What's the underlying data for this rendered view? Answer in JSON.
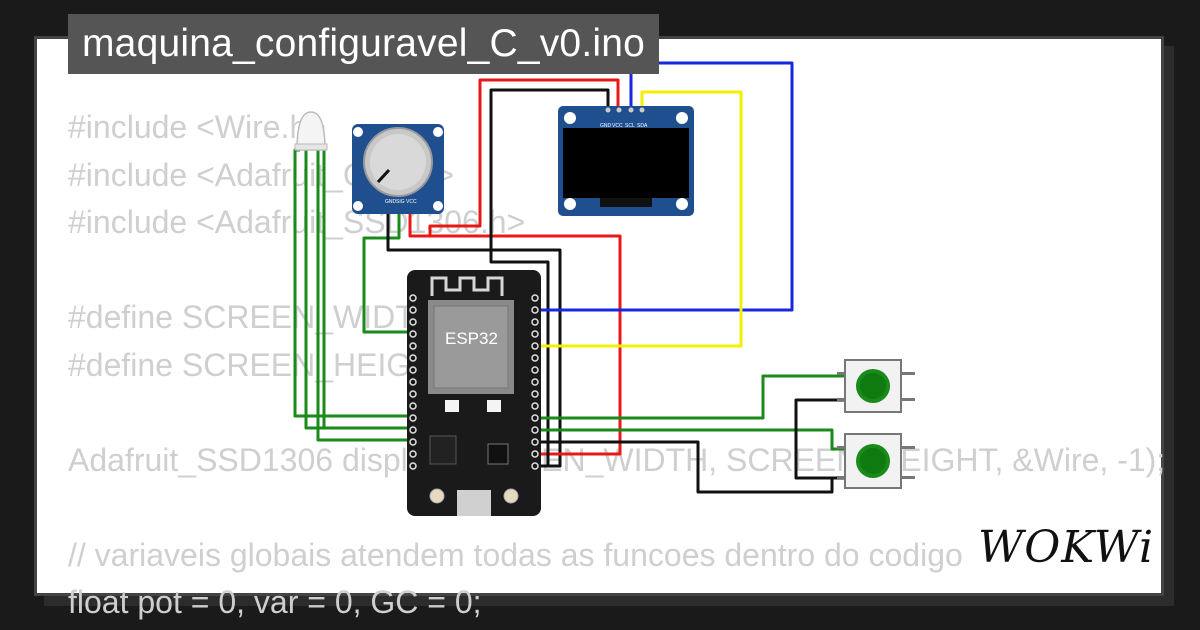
{
  "title": "maquina_configuravel_C_v0.ino",
  "code_lines": [
    "#include <Wire.h>",
    "#include <Adafruit_GFX.h>",
    "#include <Adafruit_SSD1306.h>",
    "",
    "#define SCREEN_WIDTH 128",
    "#define SCREEN_HEIGHT 64",
    "",
    "Adafruit_SSD1306 display(SCREEN_WIDTH, SCREEN_HEIGHT, &Wire, -1);",
    "",
    "// variaveis globais atendem todas as funcoes dentro do codigo",
    "float pot = 0, var = 0, GC = 0;"
  ],
  "components": {
    "esp32_label": "ESP32",
    "pot_pins": [
      "GND",
      "SIG",
      "VCC"
    ],
    "oled_pins": [
      "GND",
      "VCC",
      "SCL",
      "SDA"
    ]
  },
  "logo": "WOKWi",
  "colors": {
    "wire_red": "#e81818",
    "wire_black": "#111111",
    "wire_blue": "#1628e0",
    "wire_yellow": "#f2f000",
    "wire_green": "#1a8a1a",
    "board": "#1a1a1a",
    "pcb_blue": "#1f4f8f"
  }
}
